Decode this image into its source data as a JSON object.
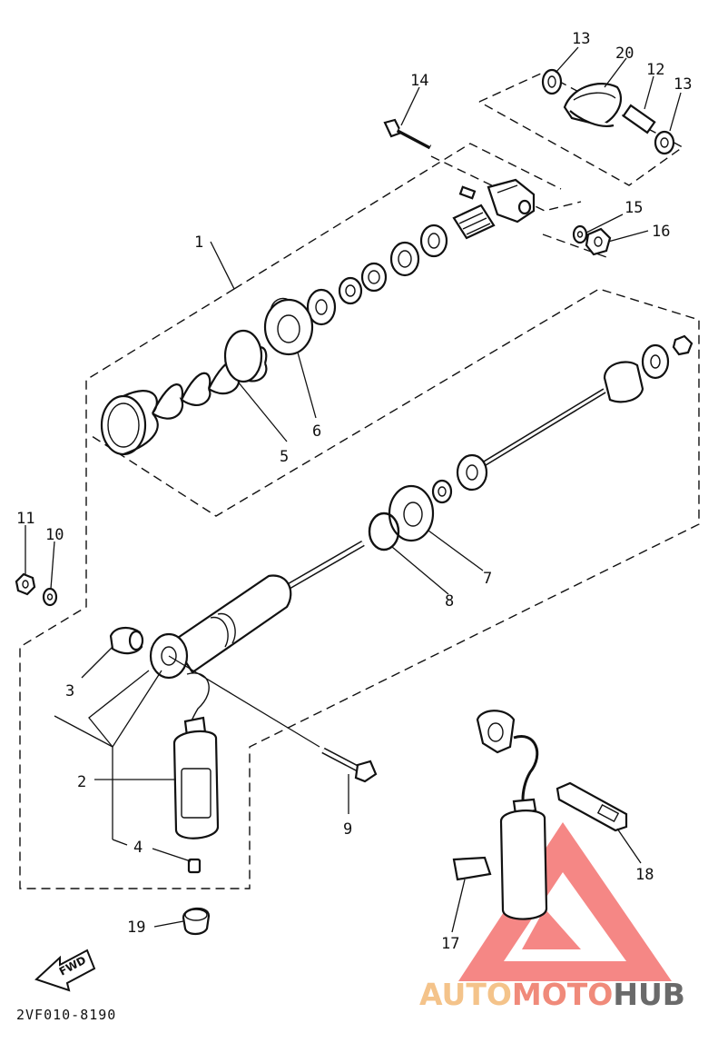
{
  "diagram": {
    "callouts": [
      {
        "id": "c1",
        "text": "1"
      },
      {
        "id": "c2",
        "text": "2"
      },
      {
        "id": "c3",
        "text": "3"
      },
      {
        "id": "c4",
        "text": "4"
      },
      {
        "id": "c5",
        "text": "5"
      },
      {
        "id": "c6",
        "text": "6"
      },
      {
        "id": "c7",
        "text": "7"
      },
      {
        "id": "c8",
        "text": "8"
      },
      {
        "id": "c9",
        "text": "9"
      },
      {
        "id": "c10",
        "text": "10"
      },
      {
        "id": "c11",
        "text": "11"
      },
      {
        "id": "c12",
        "text": "12"
      },
      {
        "id": "c13a",
        "text": "13"
      },
      {
        "id": "c13b",
        "text": "13"
      },
      {
        "id": "c14",
        "text": "14"
      },
      {
        "id": "c15",
        "text": "15"
      },
      {
        "id": "c16",
        "text": "16"
      },
      {
        "id": "c17",
        "text": "17"
      },
      {
        "id": "c18",
        "text": "18"
      },
      {
        "id": "c19",
        "text": "19"
      },
      {
        "id": "c20",
        "text": "20"
      }
    ],
    "fwd_label": "FWD",
    "drawing_code": "2VF010-8190"
  },
  "watermark": {
    "part1": "AUTO",
    "part2": "MOTO",
    "part3": "HUB",
    "colors": {
      "auto": "#f4c38a",
      "moto": "#f08a7a",
      "hub": "#6a6a6a",
      "triangle": "#f47a78"
    }
  }
}
